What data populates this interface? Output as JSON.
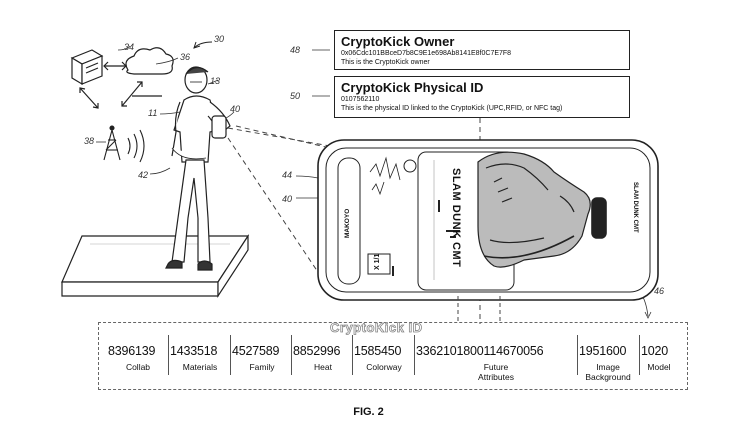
{
  "owner_box": {
    "ref": "48",
    "title": "CryptoKick Owner",
    "address": "0x06Cdc101BBceD7b8C9E1e698Ab8141E8f0C7E7F8",
    "description": "This is the CryptoKick owner"
  },
  "physical_box": {
    "ref": "50",
    "title": "CryptoKick Physical ID",
    "physical_id": "0107562110",
    "description": "This is the physical ID linked to the CryptoKick (UPC,RFID, or NFC tag)"
  },
  "refs": {
    "r30": "30",
    "r34": "34",
    "r36": "36",
    "r13": "13",
    "r11": "11",
    "r40a": "40",
    "r38": "38",
    "r42": "42",
    "r44": "44",
    "r40b": "40",
    "r46": "46"
  },
  "phone": {
    "card_title": "SLAM DUNK CMT",
    "button_label": "MAKOYO",
    "side_label": "SLAM DUNK CMT",
    "qty_label": "X 1/1"
  },
  "id_strip": {
    "title": "CryptoKick ID",
    "segments": [
      {
        "value": "8396139",
        "label": "Collab"
      },
      {
        "value": "1433518",
        "label": "Materials"
      },
      {
        "value": "4527589",
        "label": "Family"
      },
      {
        "value": "8852996",
        "label": "Heat"
      },
      {
        "value": "1585450",
        "label": "Colorway"
      },
      {
        "value": "3362101800114670056",
        "label": "Future\nAttributes"
      },
      {
        "value": "1951600",
        "label": "Image\nBackground"
      },
      {
        "value": "1020",
        "label": "Model"
      }
    ]
  },
  "caption": "FIG. 2"
}
